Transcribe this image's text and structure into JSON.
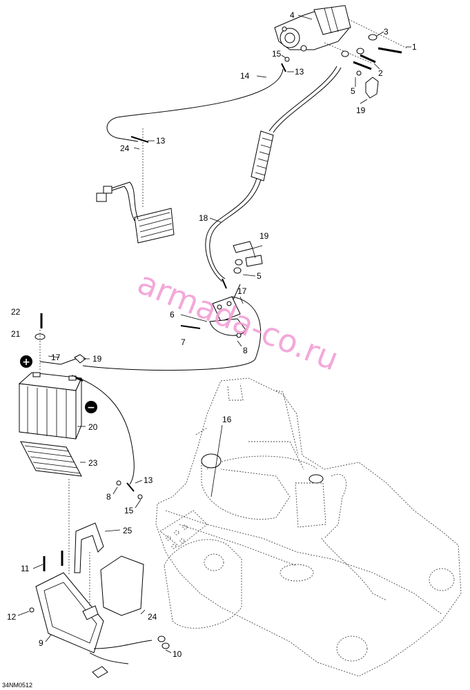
{
  "diagram": {
    "reference_code": "34NM0512",
    "watermark": "armada-co.ru",
    "polarity": {
      "positive": "+",
      "negative": "−"
    },
    "callouts": [
      {
        "id": "c1",
        "label": "1"
      },
      {
        "id": "c2",
        "label": "2"
      },
      {
        "id": "c3",
        "label": "3"
      },
      {
        "id": "c4",
        "label": "4"
      },
      {
        "id": "c5a",
        "label": "5"
      },
      {
        "id": "c19a",
        "label": "19"
      },
      {
        "id": "c15a",
        "label": "15"
      },
      {
        "id": "c14",
        "label": "14"
      },
      {
        "id": "c13a",
        "label": "13"
      },
      {
        "id": "c13b",
        "label": "13"
      },
      {
        "id": "c24a",
        "label": "24"
      },
      {
        "id": "c18",
        "label": "18"
      },
      {
        "id": "c19b",
        "label": "19"
      },
      {
        "id": "c5b",
        "label": "5"
      },
      {
        "id": "c6",
        "label": "6"
      },
      {
        "id": "c17a",
        "label": "17"
      },
      {
        "id": "c7",
        "label": "7"
      },
      {
        "id": "c8a",
        "label": "8"
      },
      {
        "id": "c22",
        "label": "22"
      },
      {
        "id": "c21",
        "label": "21"
      },
      {
        "id": "c17b",
        "label": "17"
      },
      {
        "id": "c19c",
        "label": "19"
      },
      {
        "id": "c20",
        "label": "20"
      },
      {
        "id": "c23",
        "label": "23"
      },
      {
        "id": "c16",
        "label": "16"
      },
      {
        "id": "c8b",
        "label": "8"
      },
      {
        "id": "c13c",
        "label": "13"
      },
      {
        "id": "c15b",
        "label": "15"
      },
      {
        "id": "c25",
        "label": "25"
      },
      {
        "id": "c11",
        "label": "11"
      },
      {
        "id": "c12",
        "label": "12"
      },
      {
        "id": "c9",
        "label": "9"
      },
      {
        "id": "c24b",
        "label": "24"
      },
      {
        "id": "c10",
        "label": "10"
      }
    ]
  }
}
